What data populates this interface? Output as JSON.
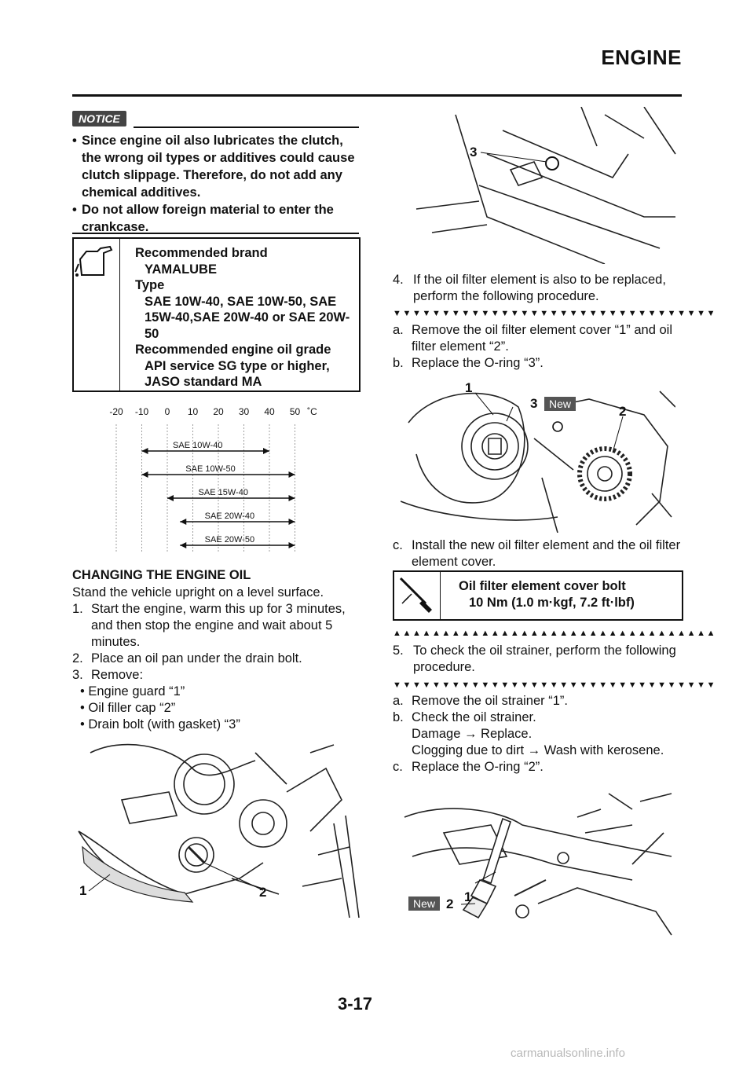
{
  "header": {
    "title": "ENGINE"
  },
  "notice": {
    "tag": "NOTICE",
    "bullets": [
      "Since engine oil also lubricates the clutch, the wrong oil types or additives could cause clutch slippage. Therefore, do not add any chemical additives.",
      "Do not allow foreign material to enter the crankcase."
    ]
  },
  "oil_spec": {
    "line1": "Recommended brand",
    "line2": "YAMALUBE",
    "line3": "Type",
    "line4": "SAE 10W-40, SAE 10W-50, SAE 15W-40,SAE 20W-40 or SAE 20W-50",
    "line5": "Recommended engine oil grade",
    "line6": "API service SG type or higher, JASO standard MA"
  },
  "temp_chart": {
    "ticks": [
      "-20",
      "-10",
      "0",
      "10",
      "20",
      "30",
      "40",
      "50",
      "˚C"
    ],
    "bands": [
      {
        "label": "SAE 10W-40",
        "from": -10,
        "to": 40
      },
      {
        "label": "SAE 10W-50",
        "from": -10,
        "to": 50
      },
      {
        "label": "SAE 15W-40",
        "from": 0,
        "to": 50
      },
      {
        "label": "SAE 20W-40",
        "from": 5,
        "to": 50
      },
      {
        "label": "SAE 20W-50",
        "from": 5,
        "to": 50
      }
    ]
  },
  "left_text": {
    "heading": "CHANGING THE ENGINE OIL",
    "intro": "Stand the vehicle upright on a level surface.",
    "step1_num": "1.",
    "step1": "Start the engine, warm this up for 3 minutes, and then stop the engine and wait about 5 minutes.",
    "step2_num": "2.",
    "step2": "Place an oil pan under the drain bolt.",
    "step3_num": "3.",
    "step3": "Remove:",
    "sub1": "• Engine guard “1”",
    "sub2": "• Oil filler cap “2”",
    "sub3": "• Drain bolt (with gasket) “3”"
  },
  "fig_labels": {
    "engine_1": "1",
    "engine_2": "2",
    "drain_3": "3",
    "filter_1": "1",
    "filter_3": "3",
    "filter_new": "New",
    "filter_2": "2",
    "strainer_1": "1",
    "strainer_new": "New",
    "strainer_2": "2"
  },
  "right_text": {
    "step4_num": "4.",
    "step4": "If the oil filter element is also to be replaced, perform the following procedure.",
    "a_num": "a.",
    "a": "Remove the oil filter element cover “1” and oil filter element “2”.",
    "b_num": "b.",
    "b": "Replace the O-ring “3”.",
    "c_num": "c.",
    "c": "Install the new oil filter element and the oil filter element cover.",
    "step5_num": "5.",
    "step5": "To check the oil strainer, perform the following procedure.",
    "a2_num": "a.",
    "a2": "Remove the oil strainer “1”.",
    "b2_num": "b.",
    "b2": "Check the oil strainer.",
    "b2_l1": "Damage → Replace.",
    "b2_l2": "Clogging due to dirt → Wash with kerosene.",
    "c2_num": "c.",
    "c2": "Replace the O-ring “2”."
  },
  "torque": {
    "label": "Oil filter element cover bolt",
    "value": "10 Nm (1.0 m·kgf, 7.2 ft·lbf)"
  },
  "markers": {
    "down": "▼▼▼▼▼▼▼▼▼▼▼▼▼▼▼▼▼▼▼▼▼▼▼▼▼▼▼▼▼▼▼▼▼",
    "up": "▲▲▲▲▲▲▲▲▲▲▲▲▲▲▲▲▲▲▲▲▲▲▲▲▲▲▲▲▲▲▲▲▲"
  },
  "footer": {
    "page": "3-17",
    "watermark": "carmanualsonline.info"
  }
}
